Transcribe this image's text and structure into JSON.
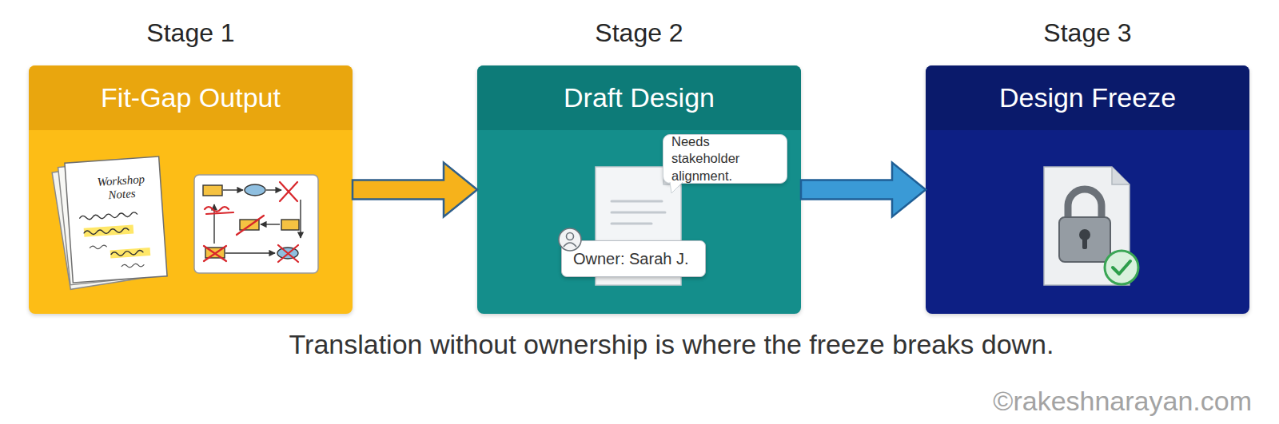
{
  "diagram": {
    "caption": "Translation without ownership is where the freeze breaks down.",
    "nodes": [
      {
        "text": [
          "Stage 1",
          "Fit-Gap Output"
        ]
      },
      {
        "text": [
          "Stage 2",
          "Draft Design"
        ]
      },
      {
        "text": [
          "Needs stakeholder alignment."
        ],
        "in": 1
      },
      {
        "text": [
          "Owner: Sarah J."
        ],
        "in": 1
      },
      {
        "text": [
          "Stage 3",
          "Design Freeze"
        ]
      }
    ],
    "edges": [
      {
        "from": 0,
        "to": 1,
        "arrow": "to"
      },
      {
        "from": 1,
        "to": 4,
        "arrow": "to"
      }
    ],
    "labels": [
      "Workshop Notes",
      "©rakeshnarayan.com"
    ]
  }
}
